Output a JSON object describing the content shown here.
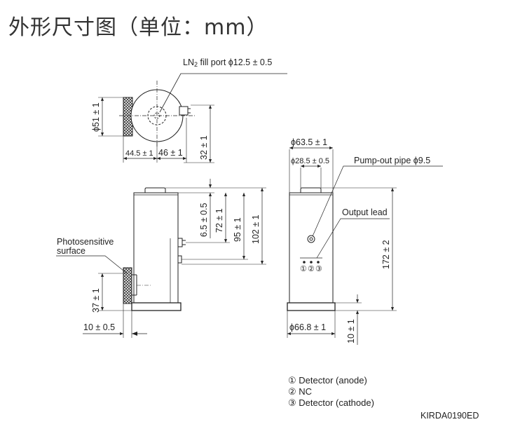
{
  "title": "外形尺寸图（单位：mm）",
  "top_view": {
    "ln2_label": "LN",
    "ln2_sub": "2",
    "ln2_rest": " fill port ϕ12.5 ± 0.5",
    "dim_diameter": "ϕ51 ± 1",
    "dim_left": "44.5 ± 1",
    "dim_right": "46 ± 1",
    "dim_height": "32 ± 1"
  },
  "side_view": {
    "photosensitive_line1": "Photosensitive",
    "photosensitive_line2": "surface",
    "dim_window": "37 ± 1",
    "dim_offset": "10 ± 0.5",
    "dim_a": "6.5 ± 0.5",
    "dim_b": "72 ± 1",
    "dim_c": "95 ± 1",
    "dim_d": "102 ± 1"
  },
  "front_view": {
    "dim_top": "ϕ63.5 ± 1",
    "dim_inner": "ϕ28.5 ± 0.5",
    "pump_label": "Pump-out pipe ϕ9.5",
    "output_label": "Output lead",
    "dim_height": "172 ± 2",
    "dim_bottom": "ϕ66.8 ± 1",
    "dim_base": "10 ± 1",
    "pins": [
      "①",
      "②",
      "③"
    ]
  },
  "legend": [
    "① Detector (anode)",
    "② NC",
    "③ Detector (cathode)"
  ],
  "code": "KIRDA0190ED"
}
